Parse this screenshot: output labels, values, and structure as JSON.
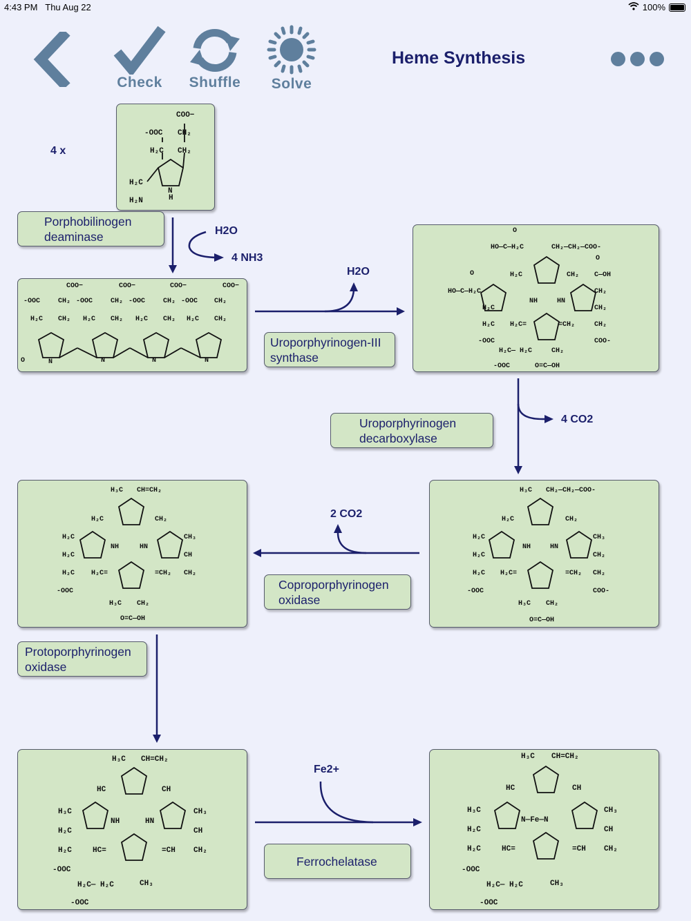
{
  "status": {
    "time": "4:43 PM",
    "date": "Thu Aug 22",
    "battery": "100%"
  },
  "toolbar": {
    "check": "Check",
    "shuffle": "Shuffle",
    "solve": "Solve"
  },
  "title": "Heme Synthesis",
  "multiplier": "4 x",
  "enzymes": {
    "pbg_deaminase": "Porphobilinogen deaminase",
    "uro_synthase": "Uroporphyrinogen-III synthase",
    "uro_decarboxylase": "Uroporphyrinogen decarboxylase",
    "copro_oxidase": "Coproporphyrinogen oxidase",
    "proto_oxidase": "Protoporphyrinogen oxidase",
    "ferrochelatase": "Ferrochelatase"
  },
  "reagents": {
    "h2o_in": "H2O",
    "nh3_out": "4 NH3",
    "h2o_out": "H2O",
    "co2_4": "4 CO2",
    "co2_2": "2 CO2",
    "fe": "Fe2+"
  },
  "colors": {
    "background": "#eef0fb",
    "panel": "#d3e6c6",
    "accent": "#1b1f6b",
    "toolbar": "#5f7f9d"
  }
}
